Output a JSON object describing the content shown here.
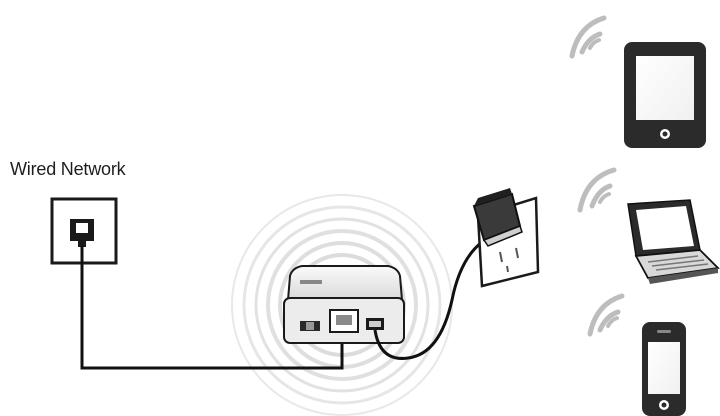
{
  "labels": {
    "wired_network": "Wired Network"
  },
  "devices": [
    {
      "name": "tablet",
      "icon": "tablet-icon"
    },
    {
      "name": "laptop",
      "icon": "laptop-icon"
    },
    {
      "name": "smartphone",
      "icon": "smartphone-icon"
    }
  ],
  "icons": {
    "wall_jack": "ethernet-wall-jack-icon",
    "router": "router-icon",
    "power_adapter": "power-adapter-icon",
    "wifi_waves": "wifi-signal-icon"
  },
  "colors": {
    "device_body": "#2b2b2b",
    "wifi_signal": "#bdbdbd",
    "cable": "#111111",
    "router_body": "#f2f2f2"
  }
}
